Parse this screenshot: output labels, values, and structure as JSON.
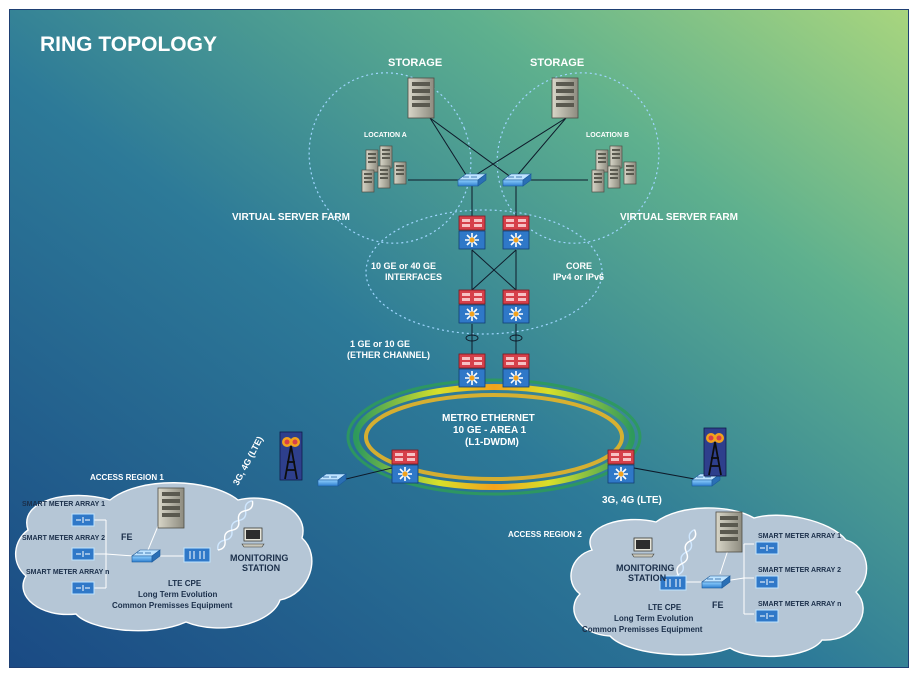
{
  "title": "RING TOPOLOGY",
  "datacenter": {
    "storage_left": "STORAGE",
    "storage_right": "STORAGE",
    "location_a": "LOCATION A",
    "location_b": "LOCATION B",
    "vsf_left": "VIRTUAL SERVER FARM",
    "vsf_right": "VIRTUAL SERVER FARM",
    "interfaces_line1": "10 GE or 40 GE",
    "interfaces_line2": "INTERFACES",
    "core_line1": "CORE",
    "core_line2": "IPv4 or IPv6",
    "etherchannel_line1": "1 GE or 10 GE",
    "etherchannel_line2": "(ETHER CHANNEL)"
  },
  "ring": {
    "line1": "METRO ETHERNET",
    "line2": "10 GE - AREA 1",
    "line3": "(L1-DWDM)"
  },
  "region1": {
    "name": "ACCESS REGION 1",
    "lte": "3G, 4G (LTE)",
    "arrays": [
      "SMART METER ARRAY 1",
      "SMART METER ARRAY 2",
      "SMART METER ARRAY n"
    ],
    "fe": "FE",
    "monitoring_line1": "MONITORING",
    "monitoring_line2": "STATION",
    "cpe_line1": "LTE CPE",
    "cpe_line2": "Long Term Evolution",
    "cpe_line3": "Common Premisses Equipment"
  },
  "region2": {
    "name": "ACCESS REGION 2",
    "lte": "3G, 4G (LTE)",
    "arrays": [
      "SMART METER ARRAY 1",
      "SMART METER ARRAY 2",
      "SMART METER ARRAY n"
    ],
    "fe": "FE",
    "monitoring_line1": "MONITORING",
    "monitoring_line2": "STATION",
    "cpe_line1": "LTE CPE",
    "cpe_line2": "Long Term Evolution",
    "cpe_line3": "Common Premisses Equipment"
  },
  "colors": {
    "bg_dark": "#1c4f86",
    "bg_light": "#8ccd83",
    "router_red": "#d6404a",
    "router_blue": "#2f78c8",
    "cloud": "#b5c6d6"
  }
}
